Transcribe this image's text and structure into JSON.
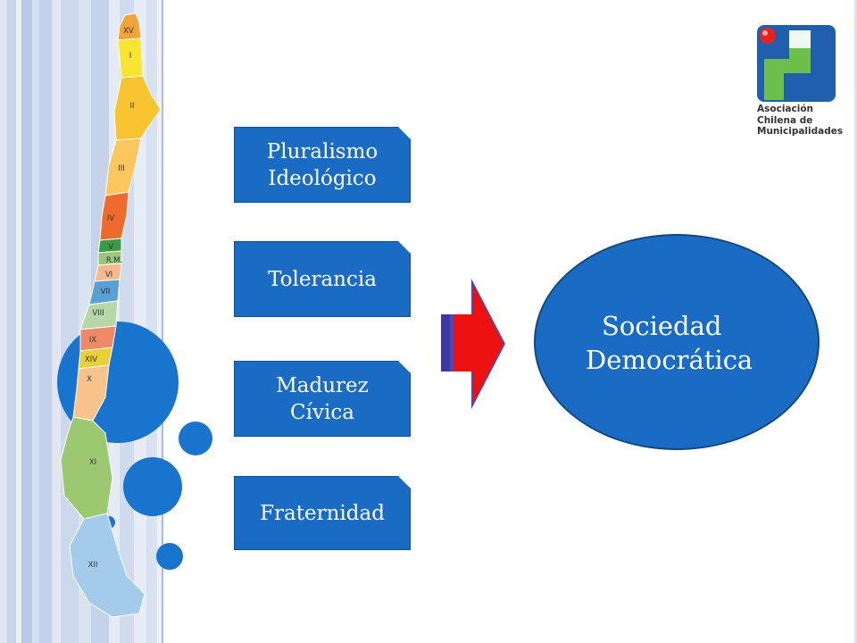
{
  "slide": {
    "boxes": [
      {
        "line1": "Pluralismo",
        "line2": "Ideológico"
      },
      {
        "line1": "Tolerancia",
        "line2": ""
      },
      {
        "line1": "Madurez",
        "line2": "Cívica"
      },
      {
        "line1": "Fraternidad",
        "line2": ""
      }
    ],
    "result": {
      "line1": "Sociedad",
      "line2": "Democrática"
    },
    "arrow_icon": "right-arrow-icon",
    "colors": {
      "box": "#1a6bc4",
      "arrow": "#ee1111",
      "accent": "#1874cd"
    }
  },
  "map": {
    "regions": [
      "XV",
      "I",
      "II",
      "III",
      "IV",
      "V",
      "R.M.",
      "VI",
      "VII",
      "VIII",
      "IX",
      "XIV",
      "X",
      "XI",
      "XII"
    ]
  },
  "logo": {
    "line1": "Asociación",
    "line2": "Chilena de",
    "line3": "Municipalidades"
  }
}
